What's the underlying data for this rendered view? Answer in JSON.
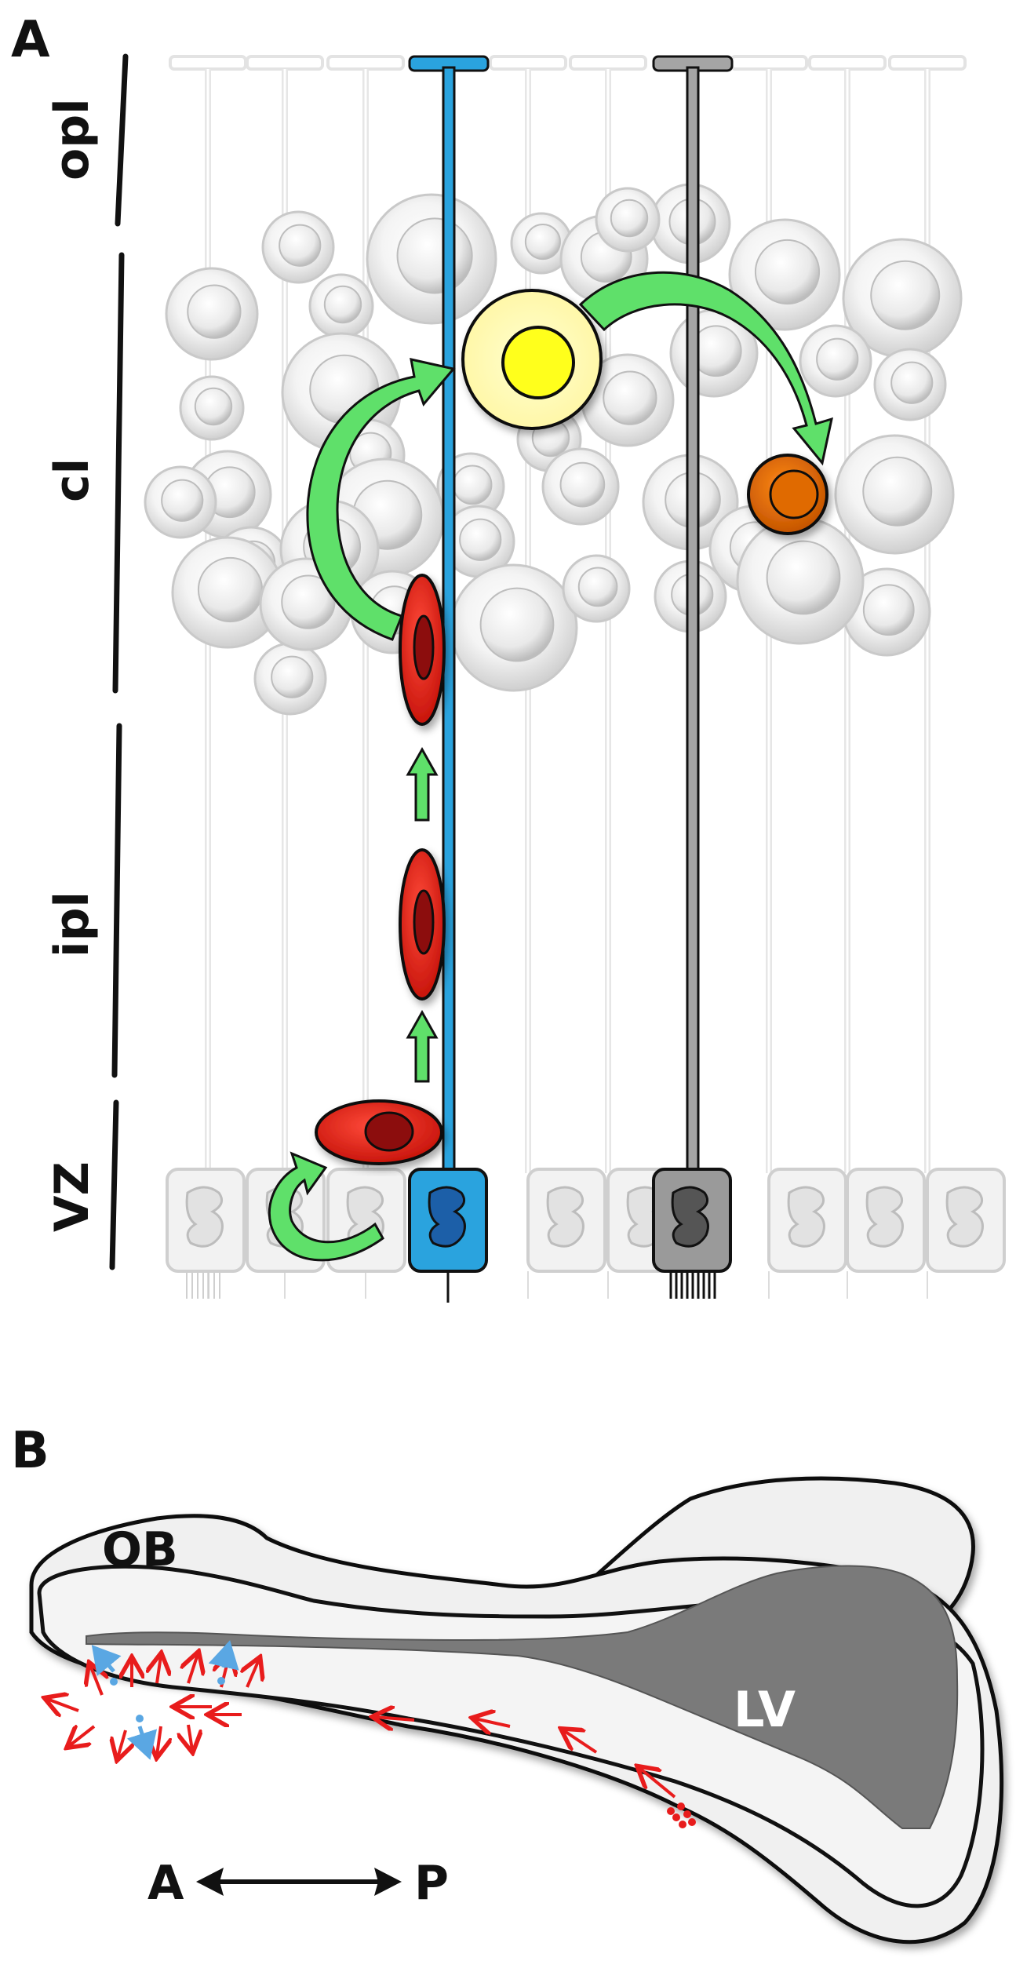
{
  "panel_a": {
    "letter": "A",
    "layers": [
      "opl",
      "cl",
      "ipl",
      "VZ"
    ]
  },
  "panel_b": {
    "letter": "B",
    "ob_label": "OB",
    "lv_label": "LV",
    "axis_anterior": "A",
    "axis_posterior": "P"
  },
  "colors": {
    "radial_glia_blue": "#2aa3de",
    "radial_glia_gray": "#8c8c8c",
    "progenitor_red": "#d8241a",
    "migrating_cell_yellow": "#ffff1a",
    "mature_cell_orange": "#e06a00",
    "arrow_green": "#5fe06a",
    "migration_arrow_red": "#e81c1c",
    "migration_arrow_blue": "#5aa7e3",
    "ventricle_gray": "#7a7a7a",
    "background_cells": "#eeeeee"
  }
}
